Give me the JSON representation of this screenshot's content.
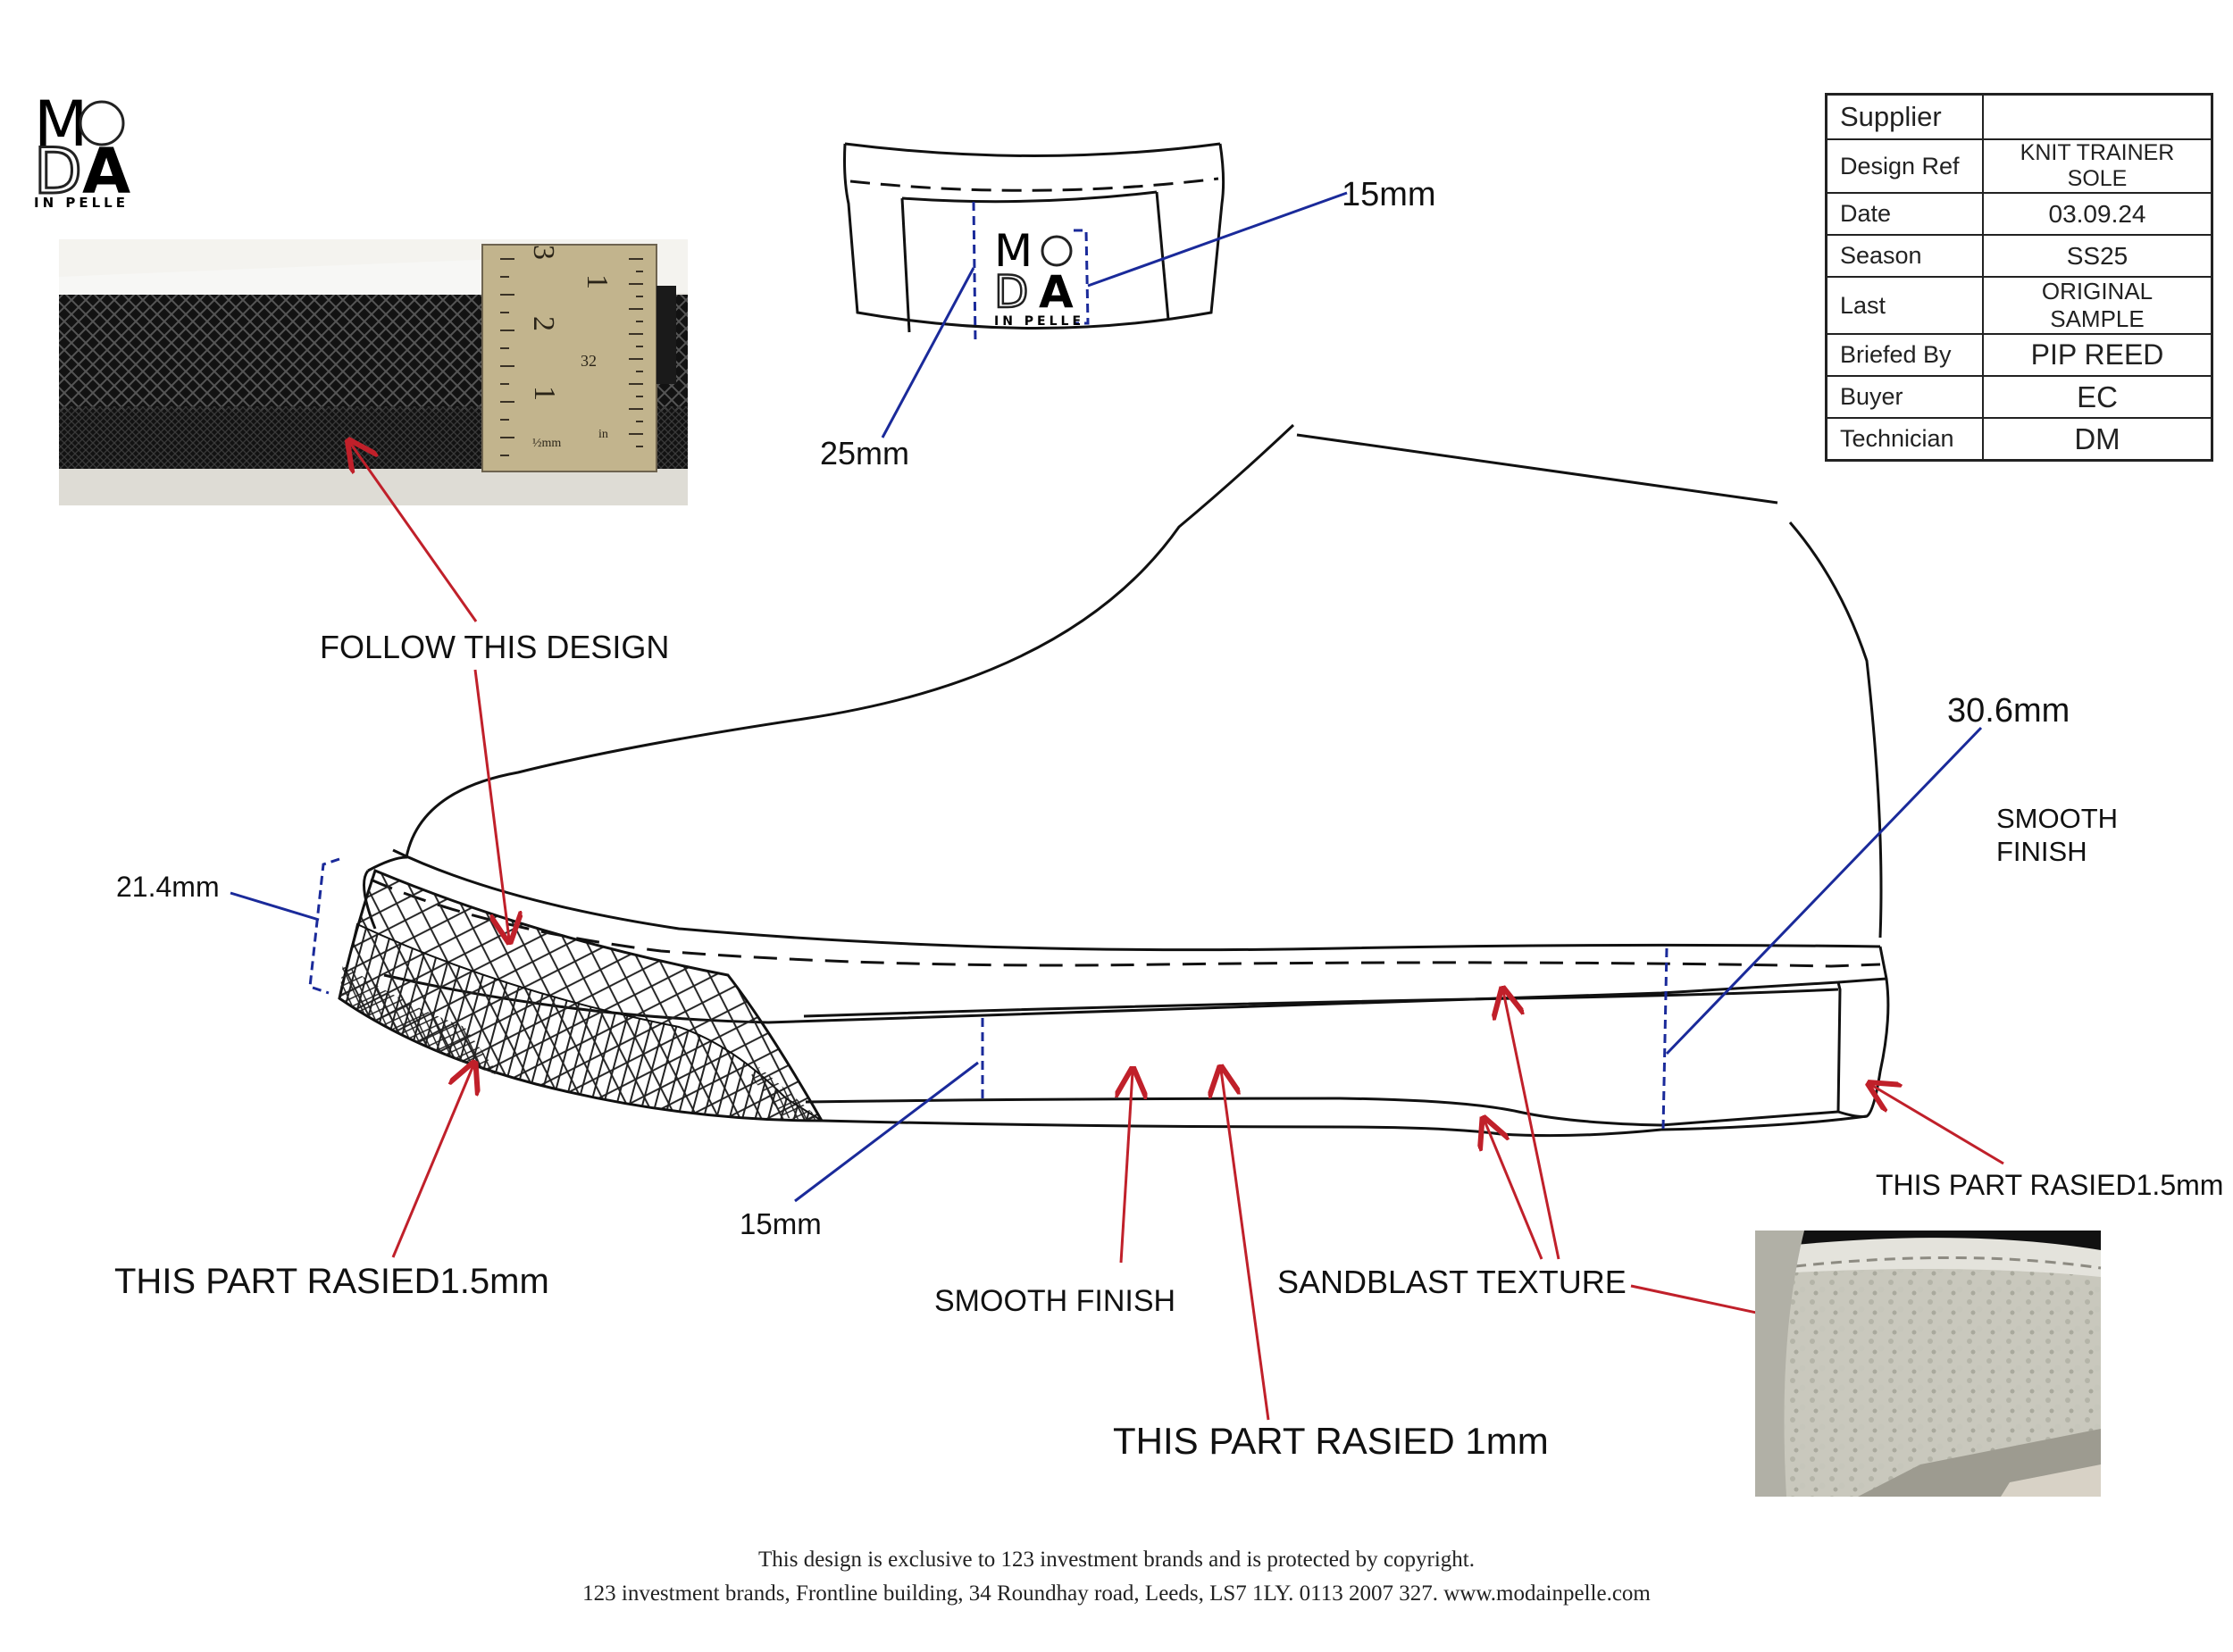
{
  "logo": {
    "m": "M",
    "o": "O",
    "d": "D",
    "a": "A",
    "sub": "IN PELLE"
  },
  "label_logo": {
    "m": "M",
    "o": "O",
    "d": "D",
    "a": "A",
    "sub": "IN PELLE"
  },
  "spec": {
    "rows": [
      {
        "key": "Supplier",
        "value": ""
      },
      {
        "key": "Design Ref",
        "value": "KNIT TRAINER SOLE"
      },
      {
        "key": "Date",
        "value": "03.09.24"
      },
      {
        "key": "Season",
        "value": "SS25"
      },
      {
        "key": "Last",
        "value": "ORIGINAL SAMPLE"
      },
      {
        "key": "Briefed By",
        "value": "PIP REED"
      },
      {
        "key": "Buyer",
        "value": "EC"
      },
      {
        "key": "Technician",
        "value": "DM"
      }
    ]
  },
  "annotations": {
    "label_width": "15mm",
    "label_height": "25mm",
    "follow_design": "FOLLOW THIS DESIGN",
    "toe_height": "21.4mm",
    "heel_height": "30.6mm",
    "heel_smooth_line1": "SMOOTH",
    "heel_smooth_line2": "FINISH",
    "heel_raised": "THIS PART RASIED1.5mm",
    "toe_raised": "THIS PART RASIED1.5mm",
    "sole_band": "15mm",
    "smooth_finish": "SMOOTH FINISH",
    "sandblast": "SANDBLAST TEXTURE",
    "raised_1mm": "THIS PART RASIED 1mm"
  },
  "ruler": {
    "n3": "3",
    "n2": "2",
    "n1": "1",
    "n32": "32",
    "nin": "in",
    "nmm": "½mm"
  },
  "footer": {
    "line1": "This design is exclusive to 123 investment brands and is protected by copyright.",
    "line2": "123 investment brands, Frontline building, 34 Roundhay road, Leeds, LS7 1LY. 0113 2007 327. www.modainpelle.com"
  },
  "colors": {
    "annotation_red": "#c0202a",
    "annotation_blue": "#1a2a9a",
    "ink": "#111111"
  }
}
